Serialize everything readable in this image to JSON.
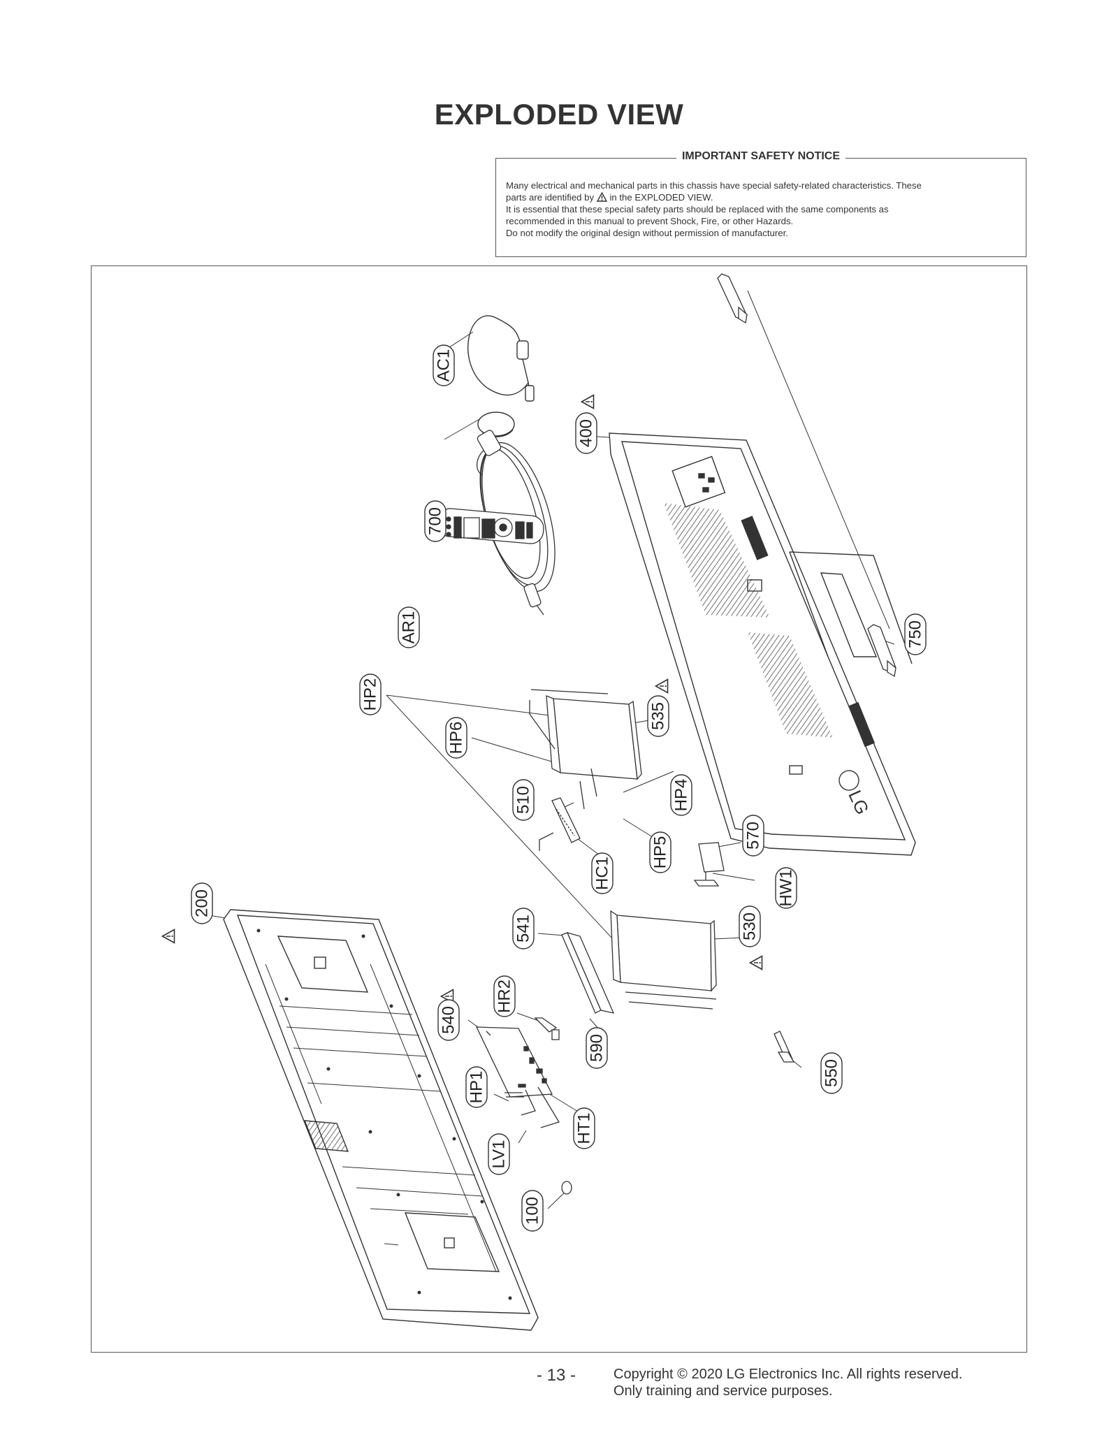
{
  "page_title": "EXPLODED VIEW",
  "safety_notice": {
    "heading": "IMPORTANT SAFETY NOTICE",
    "line1": "Many electrical and mechanical parts in this chassis have special safety-related characteristics. These",
    "line2a": "parts are identified by",
    "line2b": "in the EXPLODED VIEW.",
    "line3": "It is essential that these special safety parts should be replaced with the same components as",
    "line4": "recommended in this manual to prevent Shock, Fire, or other Hazards.",
    "line5": "Do not modify the original design without permission of manufacturer."
  },
  "callouts": {
    "c_ac1": "AC1",
    "c_400": "400",
    "c_700": "700",
    "c_ar1": "AR1",
    "c_750": "750",
    "c_hp2": "HP2",
    "c_535": "535",
    "c_hp6": "HP6",
    "c_510": "510",
    "c_hp4": "HP4",
    "c_hc1": "HC1",
    "c_hp5": "HP5",
    "c_570": "570",
    "c_hw1": "HW1",
    "c_200": "200",
    "c_541": "541",
    "c_530": "530",
    "c_hr2": "HR2",
    "c_540": "540",
    "c_590": "590",
    "c_550": "550",
    "c_hp1": "HP1",
    "c_ht1": "HT1",
    "c_lv1": "LV1",
    "c_100": "100"
  },
  "brand_mark": "LG",
  "footer": {
    "page_number": "- 13 -",
    "copyright": "Copyright © 2020 LG Electronics Inc. All rights reserved.",
    "purpose": "Only training and service purposes."
  }
}
